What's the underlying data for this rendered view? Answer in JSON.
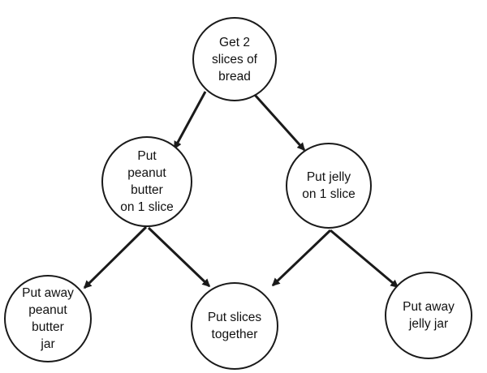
{
  "diagram": {
    "nodes": {
      "get_bread": "Get 2\nslices of\nbread",
      "peanut_butter": "Put\npeanut\nbutter\non 1 slice",
      "jelly": "Put jelly\non 1 slice",
      "put_away_pb": "Put away\npeanut\nbutter\njar",
      "together": "Put slices\ntogether",
      "put_away_jelly": "Put away\njelly jar"
    },
    "edges": [
      {
        "from": "get_bread",
        "to": "peanut_butter"
      },
      {
        "from": "get_bread",
        "to": "jelly"
      },
      {
        "from": "peanut_butter",
        "to": "put_away_pb"
      },
      {
        "from": "peanut_butter",
        "to": "together"
      },
      {
        "from": "jelly",
        "to": "together"
      },
      {
        "from": "jelly",
        "to": "put_away_jelly"
      }
    ],
    "colors": {
      "stroke": "#1a1a1a",
      "text": "#111111",
      "background": "#ffffff"
    }
  }
}
